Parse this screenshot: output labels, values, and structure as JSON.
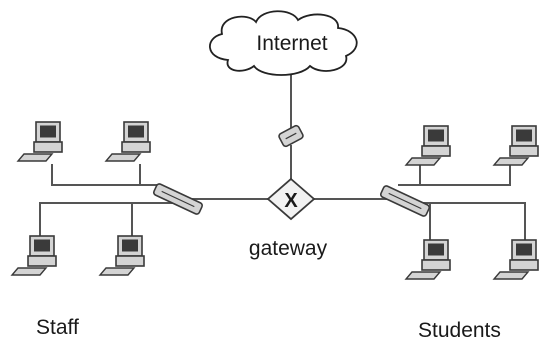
{
  "diagram": {
    "cloud_label": "Internet",
    "gateway_label": "gateway",
    "gateway_symbol": "X",
    "left_group_label": "Staff",
    "right_group_label": "Students"
  },
  "colors": {
    "line": "#555555",
    "device_fill": "#d4d4d4",
    "device_dark": "#3a3a3a",
    "text": "#1a1a1a"
  },
  "icons": {
    "computer": "desktop-computer-icon",
    "hub": "hub-icon",
    "router": "router-icon",
    "cloud": "cloud-icon"
  }
}
